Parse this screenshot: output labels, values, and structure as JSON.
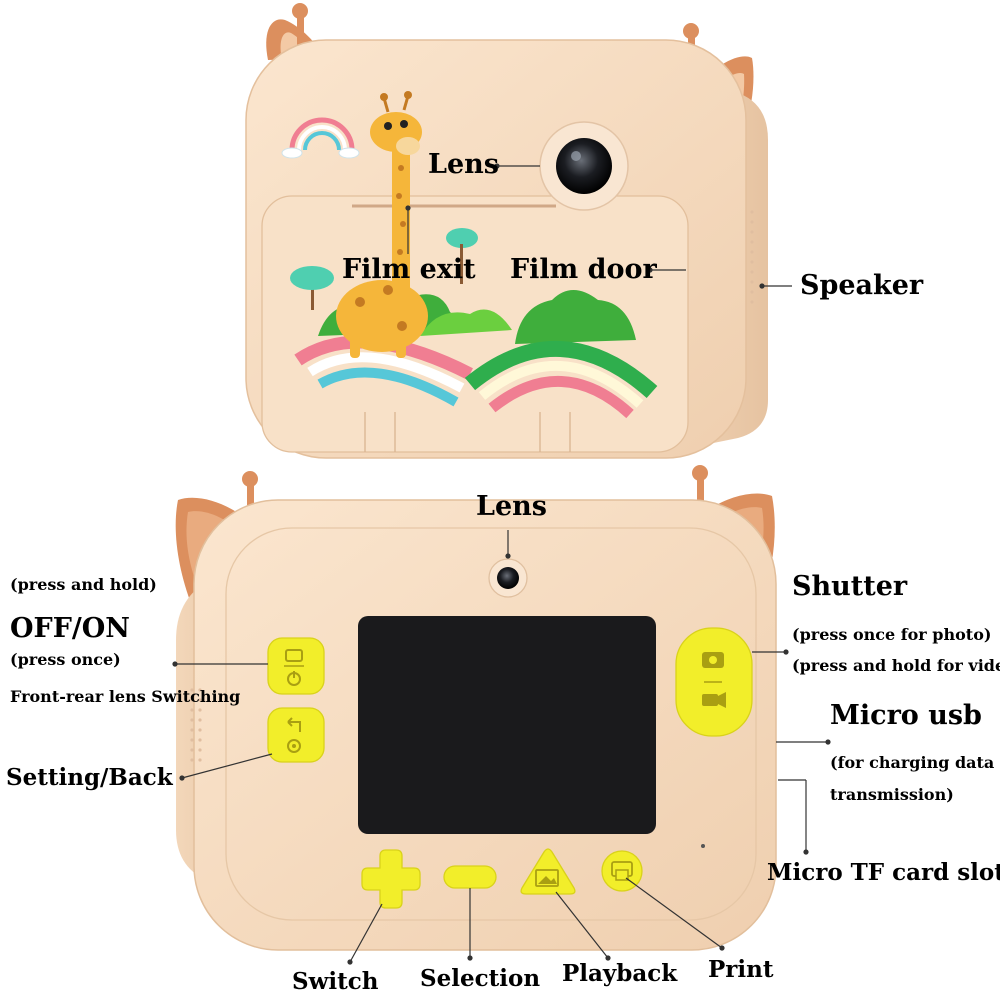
{
  "front_view": {
    "lens": "Lens",
    "film_exit": "Film exit",
    "film_door": "Film door",
    "speaker": "Speaker"
  },
  "back_view": {
    "lens": "Lens",
    "power_hold_note": "(press and hold)",
    "power_title": "OFF/ON",
    "power_once_note": "(press once)",
    "lens_switch": "Front-rear lens Switching",
    "setting_back": "Setting/Back",
    "shutter_title": "Shutter",
    "shutter_photo": "(press once for photo)",
    "shutter_video": "(press and hold for video)",
    "micro_usb_title": "Micro usb",
    "micro_usb_note_1": "(for charging data",
    "micro_usb_note_2": "transmission)",
    "tf_slot": "Micro TF card slot",
    "switch": "Switch",
    "selection": "Selection",
    "playback": "Playback",
    "print": "Print"
  },
  "colors": {
    "body": "#f6dcc0",
    "ears": "#dc8f5e",
    "buttons": "#f2ee2a",
    "screen": "#1a1a1c"
  }
}
